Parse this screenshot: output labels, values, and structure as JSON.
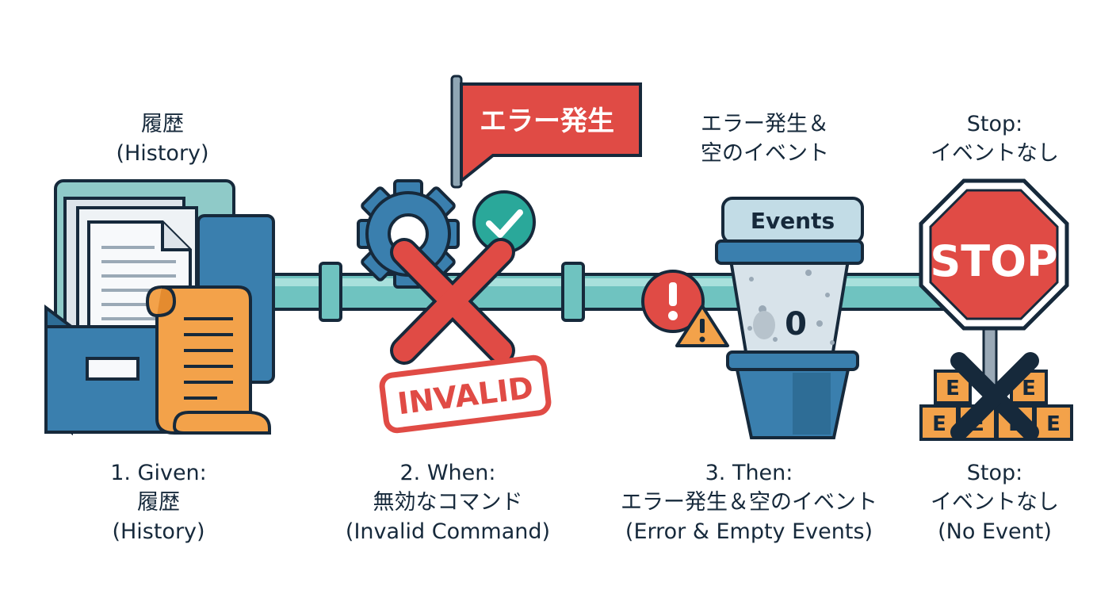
{
  "top_labels": {
    "history": "履歴\n(History)",
    "error_empty": "エラー発生＆\n空のイベント",
    "stop": "Stop:\nイベントなし"
  },
  "flag_text": "エラー発生",
  "stamp_text": "INVALID",
  "bucket_label": "Events",
  "bucket_count": "0",
  "stop_sign_text": "STOP",
  "box_letter": "E",
  "steps": [
    {
      "label": "1. Given:\n履歴\n(History)"
    },
    {
      "label": "2. When:\n無効なコマンド\n(Invalid Command)"
    },
    {
      "label": "3. Then:\nエラー発生＆空のイベント\n(Error & Empty Events)"
    },
    {
      "label": "Stop:\nイベントなし\n(No Event)"
    }
  ],
  "colors": {
    "navy": "#16293b",
    "blue": "#3a7fae",
    "teal": "#6fc3c0",
    "red": "#e04b45",
    "orange": "#f3a24a",
    "green": "#2aa89a"
  }
}
